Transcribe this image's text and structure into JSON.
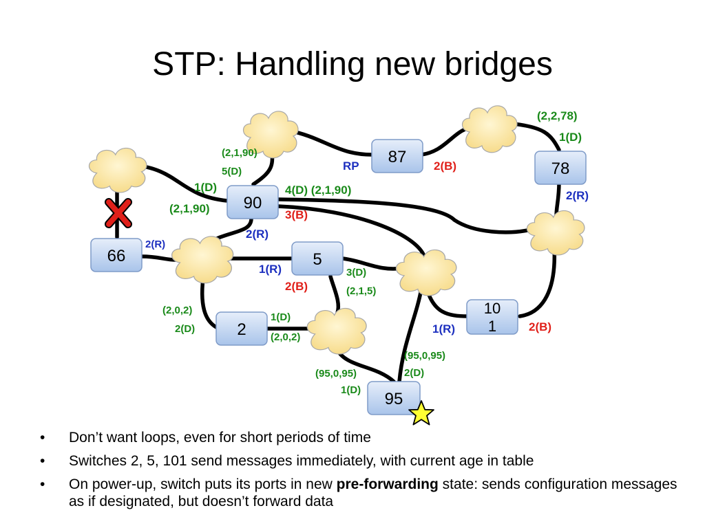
{
  "title": "STP: Handling new bridges",
  "bridges": {
    "b87": "87",
    "b78": "78",
    "b90": "90",
    "b66": "66",
    "b5": "5",
    "b2": "2",
    "b101_line1": "10",
    "b101_line2": "1",
    "b95": "95"
  },
  "labels": {
    "l_278": "(2,2,78)",
    "l_1D_78": "1(D)",
    "l_2R_78": "2(R)",
    "l_2B_87": "2(B)",
    "l_RP": "RP",
    "l_2190_top": "(2,1,90)",
    "l_5D": "5(D)",
    "l_1D_90": "1(D)",
    "l_2190_left": "(2,1,90)",
    "l_4D": "4(D) (2,1,90)",
    "l_3B": "3(B)",
    "l_2R_90": "2(R)",
    "l_2R_66": "2(R)",
    "l_1R_5": "1(R)",
    "l_2B_5": "2(B)",
    "l_3D": "3(D)",
    "l_215": "(2,1,5)",
    "l_202_left": "(2,0,2)",
    "l_2D_2": "2(D)",
    "l_1D_2": "1(D)",
    "l_202_right": "(2,0,2)",
    "l_1R_101": "1(R)",
    "l_2B_101": "2(B)",
    "l_95095_right": "(95,0,95)",
    "l_2D_95": "2(D)",
    "l_95095_left": "(95,0,95)",
    "l_1D_95": "1(D)"
  },
  "colors": {
    "designated": "#1a8a1a",
    "blocked": "#e0201a",
    "root": "#1c2fbf",
    "cloud": "#fde9a8",
    "box": "#c5d9f1"
  },
  "icons": {
    "failed_link": "red-x-icon",
    "new_bridge": "yellow-star-icon"
  },
  "bullets": {
    "b1": "Don’t want loops, even for short periods of time",
    "b2": "Switches 2, 5, 101 send messages immediately, with current age in table",
    "b3_pre": "On power-up, switch puts its ports in new ",
    "b3_bold": "pre-forwarding",
    "b3_post": " state: sends configuration messages as if designated, but doesn’t forward data"
  }
}
